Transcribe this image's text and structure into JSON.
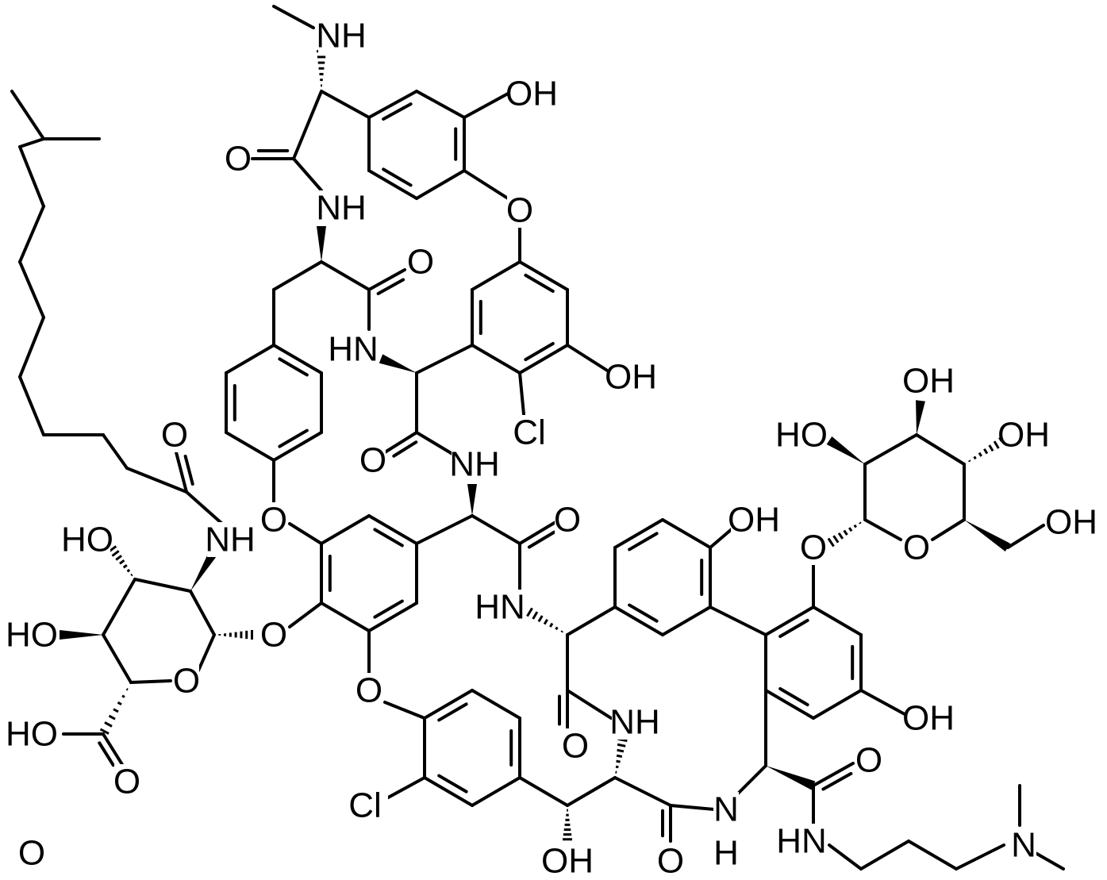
{
  "diagram": {
    "type": "chemical-structure",
    "atom_labels": [
      "NH",
      "OH",
      "O",
      "NH",
      "O",
      "HN",
      "O",
      "OH",
      "Cl",
      "O",
      "NH",
      "O",
      "O",
      "HN",
      "O",
      "O",
      "OH",
      "NH",
      "O",
      "Cl",
      "OH",
      "O",
      "N",
      "H",
      "O",
      "HN",
      "N",
      "O",
      "OH",
      "OH",
      "HO",
      "OH",
      "O",
      "OH",
      "NH",
      "O",
      "HO",
      "HO",
      "O",
      "HO",
      "O",
      "O"
    ]
  }
}
